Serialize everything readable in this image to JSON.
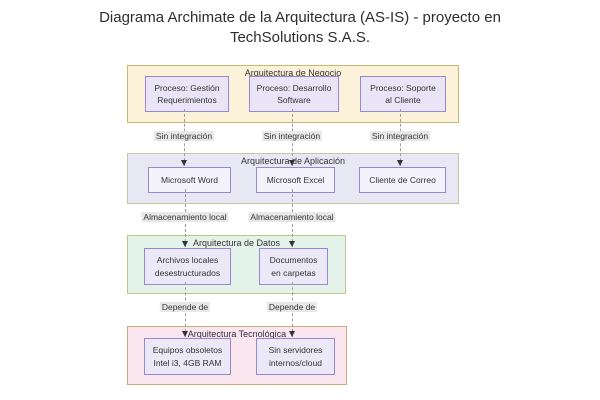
{
  "title": "Diagrama Archimate de la Arquitectura  (AS-IS) - proyecto en TechSolutions S.A.S.",
  "layers": {
    "negocio": {
      "title": "Arquitectura de Negocio",
      "boxes": [
        "Proceso: Gestión\nRequerimientos",
        "Proceso: Desarrollo\nSoftware",
        "Proceso: Soporte\nal Cliente"
      ]
    },
    "aplicacion": {
      "title": "Arquitectura de Aplicación",
      "boxes": [
        "Microsoft Word",
        "Microsoft Excel",
        "Cliente de Correo"
      ]
    },
    "datos": {
      "title": "Arquitectura de Datos",
      "boxes": [
        "Archivos locales\ndesestructurados",
        "Documentos\nen carpetas"
      ]
    },
    "tecnologica": {
      "title": "Arquitectura Tecnológica",
      "boxes": [
        "Equipos obsoletos\nIntel i3, 4GB RAM",
        "Sin servidores\ninternos/cloud"
      ]
    }
  },
  "edges": {
    "negocio_aplicacion": [
      "Sin integración",
      "Sin integración",
      "Sin integración"
    ],
    "aplicacion_datos": [
      "Almacenamiento local",
      "Almacenamiento local"
    ],
    "datos_tecnologia": [
      "Depende de",
      "Depende de"
    ]
  },
  "colors": {
    "negocio_fill": "#fcf1d9",
    "negocio_border": "#c6ba6e",
    "aplicacion_fill": "#e8e8f5",
    "aplicacion_border": "#c6c6a0",
    "datos_fill": "#e3f3ea",
    "datos_border": "#c2c48a",
    "tecnologica_fill": "#fae6ef",
    "tecnologica_border": "#cfa87e",
    "node_fill": "#e9e5f7",
    "node_border": "#9b86cf",
    "edge_line": "#9e9e9e",
    "edge_label_bg": "#e8e8e8",
    "text": "#333333"
  }
}
